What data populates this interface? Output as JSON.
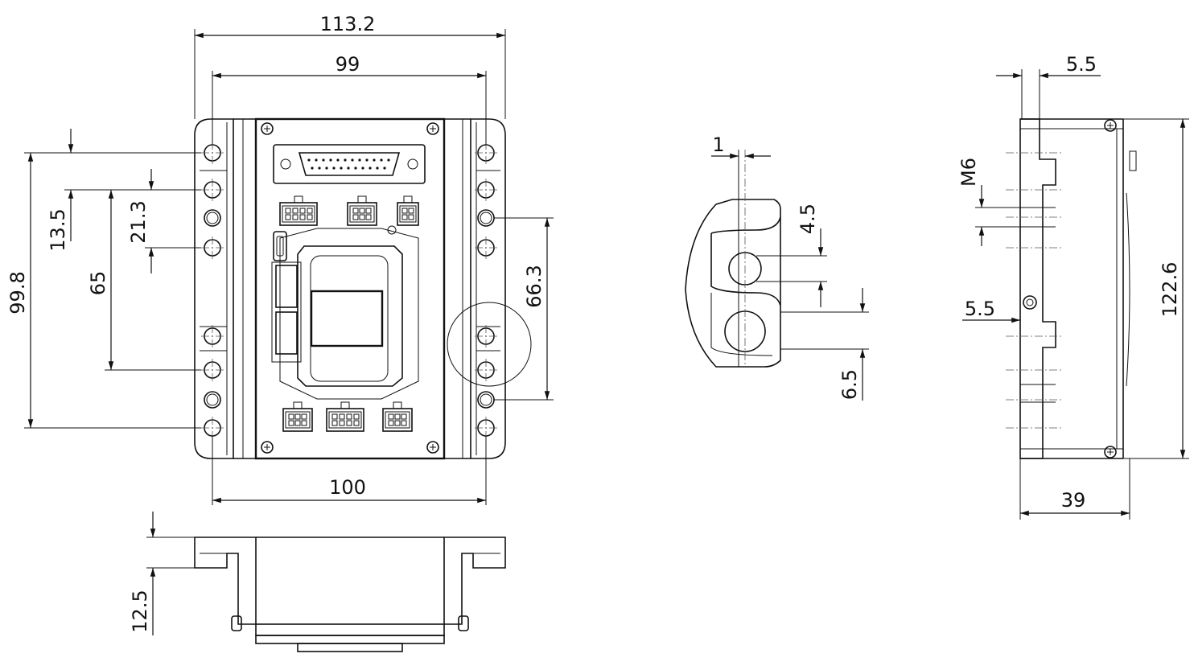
{
  "dimensions": {
    "top_overall_width": "113.2",
    "top_hole_spacing_width": "99",
    "top_hole_offset_13_5": "13.5",
    "top_hole_pitch_21_3": "21.3",
    "top_overall_height_99_8": "99.8",
    "top_hole_span_65": "65",
    "top_hole_span_66_3": "66.3",
    "top_body_width_100": "100",
    "front_height_12_5": "12.5",
    "detail_wall_1": "1",
    "detail_slot_4_5": "4.5",
    "detail_hole_6_5": "6.5",
    "side_flange_5_5_top": "5.5",
    "side_thread_m6": "M6",
    "side_flange_5_5_mid": "5.5",
    "side_height_122_6": "122.6",
    "side_depth_39": "39"
  },
  "views": [
    "top-view",
    "front-view",
    "detail-view",
    "side-section-view"
  ]
}
